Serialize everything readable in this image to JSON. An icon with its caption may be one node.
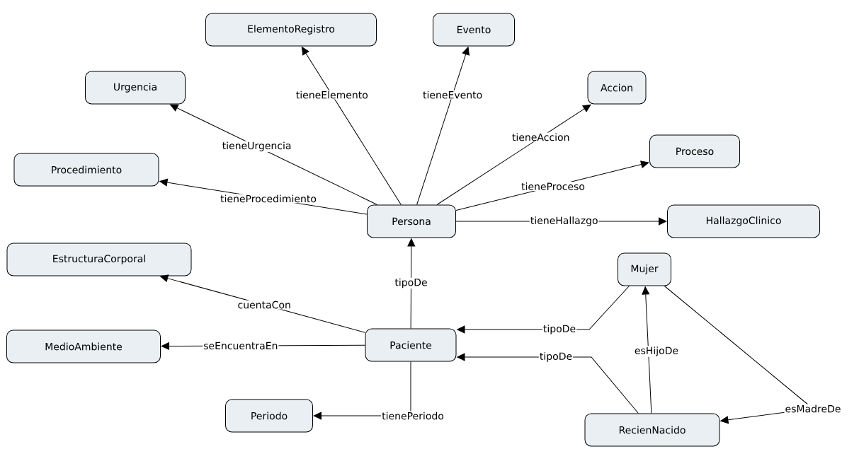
{
  "diagram": {
    "nodes": [
      {
        "text": [
          "ElementoRegistro"
        ]
      },
      {
        "text": [
          "Evento"
        ]
      },
      {
        "text": [
          "Urgencia"
        ]
      },
      {
        "text": [
          "Accion"
        ]
      },
      {
        "text": [
          "Procedimiento"
        ]
      },
      {
        "text": [
          "Proceso"
        ]
      },
      {
        "text": [
          "Persona"
        ]
      },
      {
        "text": [
          "HallazgoClinico"
        ]
      },
      {
        "text": [
          "EstructuraCorporal"
        ]
      },
      {
        "text": [
          "Mujer"
        ]
      },
      {
        "text": [
          "MedioAmbiente"
        ]
      },
      {
        "text": [
          "Paciente"
        ]
      },
      {
        "text": [
          "Periodo"
        ]
      },
      {
        "text": [
          "RecienNacido"
        ]
      }
    ],
    "edges": [
      {
        "from": 6,
        "to": 0,
        "arrow": "to",
        "label": "tieneElemento"
      },
      {
        "from": 6,
        "to": 1,
        "arrow": "to",
        "label": "tieneEvento"
      },
      {
        "from": 6,
        "to": 2,
        "arrow": "to",
        "label": "tieneUrgencia"
      },
      {
        "from": 6,
        "to": 3,
        "arrow": "to",
        "label": "tieneAccion"
      },
      {
        "from": 6,
        "to": 5,
        "arrow": "to",
        "label": "tieneProceso"
      },
      {
        "from": 6,
        "to": 4,
        "arrow": "to",
        "label": "tieneProcedimiento"
      },
      {
        "from": 6,
        "to": 7,
        "arrow": "to",
        "label": "tieneHallazgo"
      },
      {
        "from": 11,
        "to": 6,
        "arrow": "to",
        "label": "tipoDe"
      },
      {
        "from": 11,
        "to": 8,
        "arrow": "to",
        "label": "cuentaCon"
      },
      {
        "from": 11,
        "to": 10,
        "arrow": "to",
        "label": "seEncuentraEn"
      },
      {
        "from": 11,
        "to": 12,
        "arrow": "to",
        "label": "tienePeriodo"
      },
      {
        "from": 9,
        "to": 11,
        "arrow": "to",
        "label": "tipoDe"
      },
      {
        "from": 13,
        "to": 11,
        "arrow": "to",
        "label": "tipoDe"
      },
      {
        "from": 13,
        "to": 9,
        "arrow": "to",
        "label": "esHijoDe"
      },
      {
        "from": 9,
        "to": 13,
        "arrow": "to",
        "label": "esMadreDe"
      }
    ]
  }
}
